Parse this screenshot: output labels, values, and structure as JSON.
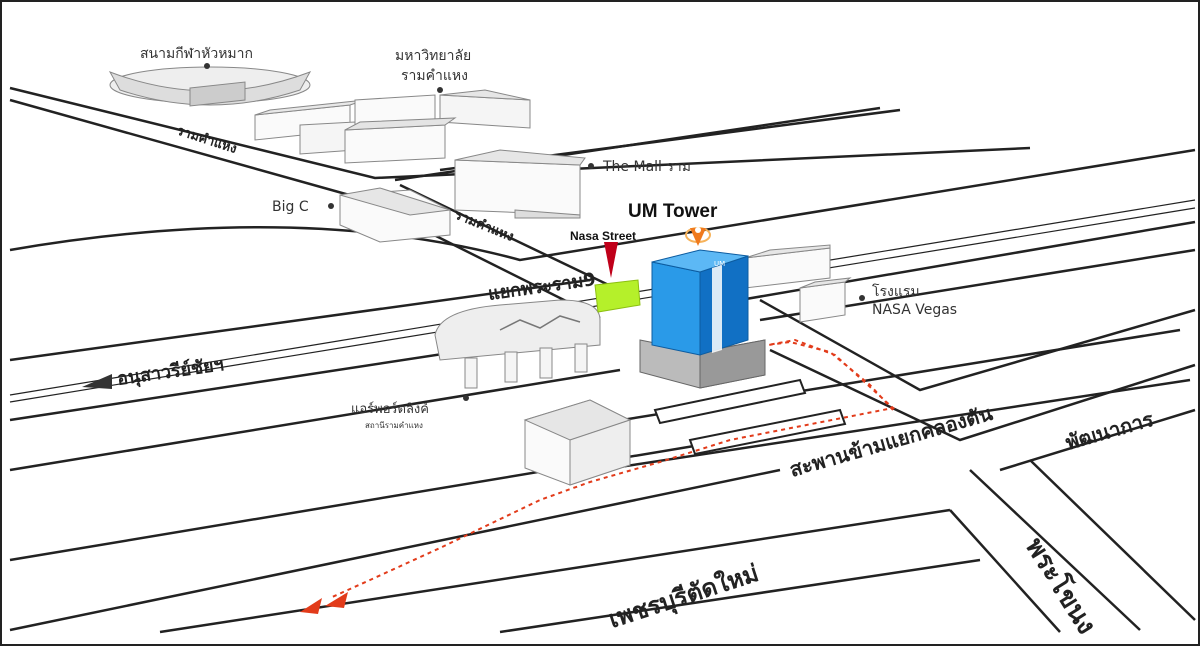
{
  "title": "UM Tower",
  "landmarks": {
    "stadium": "สนามกีฬาหัวหมาก",
    "university_line1": "มหาวิทยาลัย",
    "university_line2": "รามคำแหง",
    "the_mall": "The Mall ราม",
    "big_c": "Big C",
    "nasa_street": "Nasa Street",
    "hotel_line1": "โรงแรม",
    "hotel_line2": "NASA Vegas",
    "airport_link_line1": "แอร์พอร์ตลิงค์",
    "airport_link_line2": "สถานีรามคำแหง",
    "tower_sign": "UM"
  },
  "roads": {
    "ramkhamhaeng_upper": "รามคำแหง",
    "ramkhamhaeng_lower": "รามคำแหง",
    "yaek_phra_ram_9": "แยกพระราม9",
    "anusawari_chaiya": "อนุสาวรีย์ชัยฯ",
    "bridge": "สะพานข้ามแยกคลองตัน",
    "phatthanakan": "พัฒนาการ",
    "phetchaburi": "เพชรบุรีตัดใหม่",
    "phra_khanong": "พระโขนง"
  },
  "colors": {
    "tower": "#2a9ae8",
    "tower_dark": "#1170c4",
    "nasa_block": "#b5f02a",
    "marker_red": "#c0001a",
    "marker_orange": "#f07a1e",
    "route": "#e23b1a",
    "building": "#f2f2f2",
    "road_line": "#222222"
  }
}
